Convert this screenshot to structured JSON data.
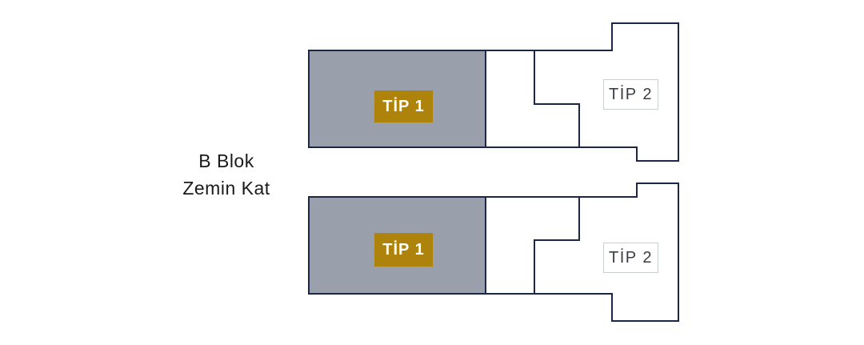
{
  "diagram": {
    "title": {
      "line1": "B Blok",
      "line2": "Zemin Kat"
    },
    "floors": [
      {
        "id": "top-unit-row",
        "tip1_label": "TİP 1",
        "tip2_label": "TİP 2"
      },
      {
        "id": "bottom-unit-row",
        "tip1_label": "TİP 1",
        "tip2_label": "TİP 2"
      }
    ],
    "colors": {
      "background": "#FFFFFF",
      "unit_fill_gray": "#99A0AB",
      "outline_navy": "#1C2746",
      "badge_gold": "#AE830B",
      "badge_text": "#FFFFFF",
      "tip2_text": "#3B3E44",
      "tip2_border": "#C9CED6",
      "title_text": "#1A1A1A"
    }
  }
}
